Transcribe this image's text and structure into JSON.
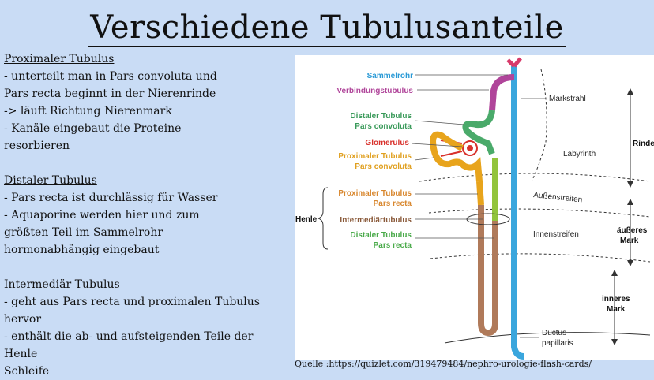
{
  "title": "Verschiedene Tubulusanteile",
  "sections": [
    {
      "heading": "Proximaler Tubulus",
      "lines": [
        "- unterteilt man in Pars convoluta und",
        "Pars recta beginnt in der Nierenrinde",
        "-> läuft Richtung Nierenmark",
        "- Kanäle eingebaut die Proteine",
        "resorbieren"
      ]
    },
    {
      "heading": "Distaler Tubulus",
      "lines": [
        "- Pars recta ist durchlässig für Wasser",
        "- Aquaporine werden hier und zum",
        "größten Teil im Sammelrohr",
        "hormonabhängig eingebaut"
      ]
    },
    {
      "heading": "Intermediär Tubulus",
      "lines": [
        "- geht aus Pars recta und proximalen Tubulus",
        "hervor",
        "- enthält die ab- und aufsteigenden Teile der Henle",
        "Schleife"
      ]
    }
  ],
  "figure": {
    "labels": {
      "sammelrohr": "Sammelrohr",
      "verbindungstubulus": "Verbindungstubulus",
      "distal_1": "Distaler Tubulus",
      "distal_2": "Pars convoluta",
      "glomerulus": "Glomerulus",
      "prox_1": "Proximaler Tubulus",
      "prox_2": "Pars convoluta",
      "henle": "Henle",
      "prox_recta_1": "Proximaler Tubulus",
      "prox_recta_2": "Pars recta",
      "intermediaer": "Intermediärtubulus",
      "distal_recta_1": "Distaler Tubulus",
      "distal_recta_2": "Pars recta",
      "markstrahl": "Markstrahl",
      "labyrinth": "Labyrinth",
      "aussenstreifen": "Außenstreifen",
      "innenstreifen": "Innenstreifen",
      "rinde": "Rinde",
      "aeusseres_1": "äußeres",
      "aeusseres_2": "Mark",
      "inneres_1": "inneres",
      "inneres_2": "Mark",
      "ductus_1": "Ductus",
      "ductus_2": "papillaris"
    },
    "colors": {
      "sammelrohr": "#3aa6dd",
      "verbindungstubulus": "#b0459a",
      "distal": "#4aaa6a",
      "glomerulus": "#d8312c",
      "proximal": "#e8a41c",
      "henle_orange": "#d8872e",
      "intermediaer": "#b07a5a",
      "distal_recta": "#92c43c"
    }
  },
  "source": "Quelle :https://quizlet.com/319479484/nephro-urologie-flash-cards/"
}
